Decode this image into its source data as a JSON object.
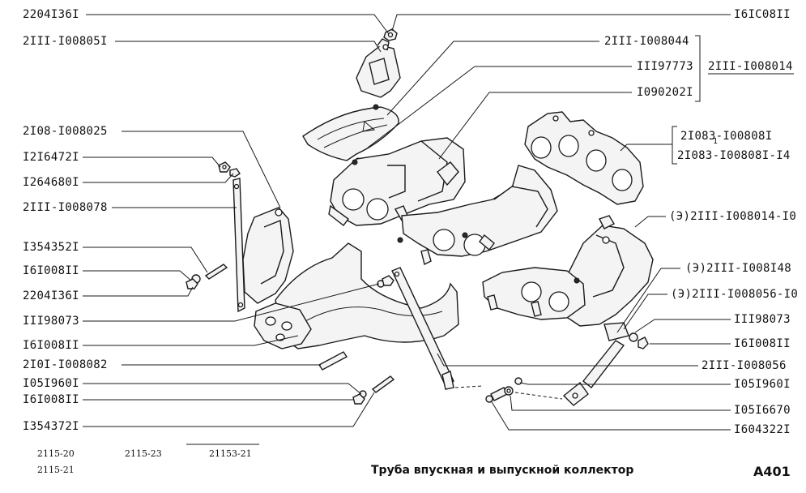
{
  "labels_left": [
    {
      "id": "l1",
      "text": "2204I36I"
    },
    {
      "id": "l2",
      "text": "2III-I00805I"
    },
    {
      "id": "l3",
      "text": "2I08-I008025"
    },
    {
      "id": "l4",
      "text": "I2I6472I"
    },
    {
      "id": "l5",
      "text": "I264680I"
    },
    {
      "id": "l6",
      "text": "2III-I008078"
    },
    {
      "id": "l7",
      "text": "I354352I"
    },
    {
      "id": "l8",
      "text": "I6I008II"
    },
    {
      "id": "l9",
      "text": "2204I36I"
    },
    {
      "id": "l10",
      "text": "III98073"
    },
    {
      "id": "l11",
      "text": "I6I008II"
    },
    {
      "id": "l12",
      "text": "2I0I-I008082"
    },
    {
      "id": "l13",
      "text": "I05I960I"
    },
    {
      "id": "l14",
      "text": "I6I008II"
    },
    {
      "id": "l15",
      "text": "I354372I"
    }
  ],
  "labels_right": [
    {
      "id": "r1",
      "text": "I6IC08II"
    },
    {
      "id": "r2",
      "text": "2III-I008044"
    },
    {
      "id": "r3",
      "text": "III97773"
    },
    {
      "id": "r4",
      "text": "I090202I"
    },
    {
      "id": "r5",
      "text": "2III-I008056"
    },
    {
      "id": "r6",
      "text": "I05I960I"
    },
    {
      "id": "r7",
      "text": "I05I6670"
    },
    {
      "id": "r8",
      "text": "I604322I"
    }
  ],
  "labels_right_edge": [
    {
      "id": "e1",
      "text": "(Э)2III-I008014-I0"
    },
    {
      "id": "e2",
      "text": "(Э)2III-I008I48"
    },
    {
      "id": "e3",
      "text": "(Э)2III-I008056-I0"
    },
    {
      "id": "e4",
      "text": "III98073"
    },
    {
      "id": "e5",
      "text": "I6I008II"
    }
  ],
  "assembly_label": "2III-I008014",
  "gasket_labels": [
    "2I083-I00808I",
    "2I083-I00808I-I4"
  ],
  "gasket_mark": "1",
  "footer": {
    "models": [
      "2115-20",
      "2115-23",
      "21153-21",
      "2115-21"
    ],
    "title": "Труба впускная и выпускной коллектор",
    "page": "А401"
  }
}
